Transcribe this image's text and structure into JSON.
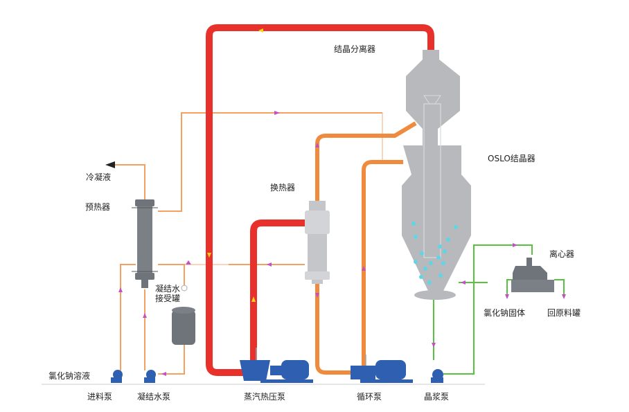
{
  "labels": {
    "crystal_separator": "结晶分离器",
    "oslo_crystallizer": "OSLO结晶器",
    "heat_exchanger": "换热器",
    "condensate": "冷凝液",
    "preheater": "预热器",
    "condensate_receiver": "凝结水\n接受罐",
    "centrifuge": "离心器",
    "nacl_solid": "氯化钠固体",
    "return_tank": "回原料罐",
    "nacl_solution": "氯化钠溶液",
    "feed_pump": "进料泵",
    "condensate_pump": "凝结水泵",
    "vapor_compressor": "蒸汽热压泵",
    "circulation_pump": "循环泵",
    "slurry_pump": "晶浆泵"
  },
  "colors": {
    "steam_line": "#e8312a",
    "liquid_line": "#f08a3c",
    "thin_line": "#f4a060",
    "slurry_line": "#57c240",
    "arrow": "#c451c0",
    "vessel_gray": "#b7b9bd",
    "dark_vessel": "#6f737a",
    "pump_blue": "#2f5fb0",
    "particles": "#5fd5e5"
  }
}
